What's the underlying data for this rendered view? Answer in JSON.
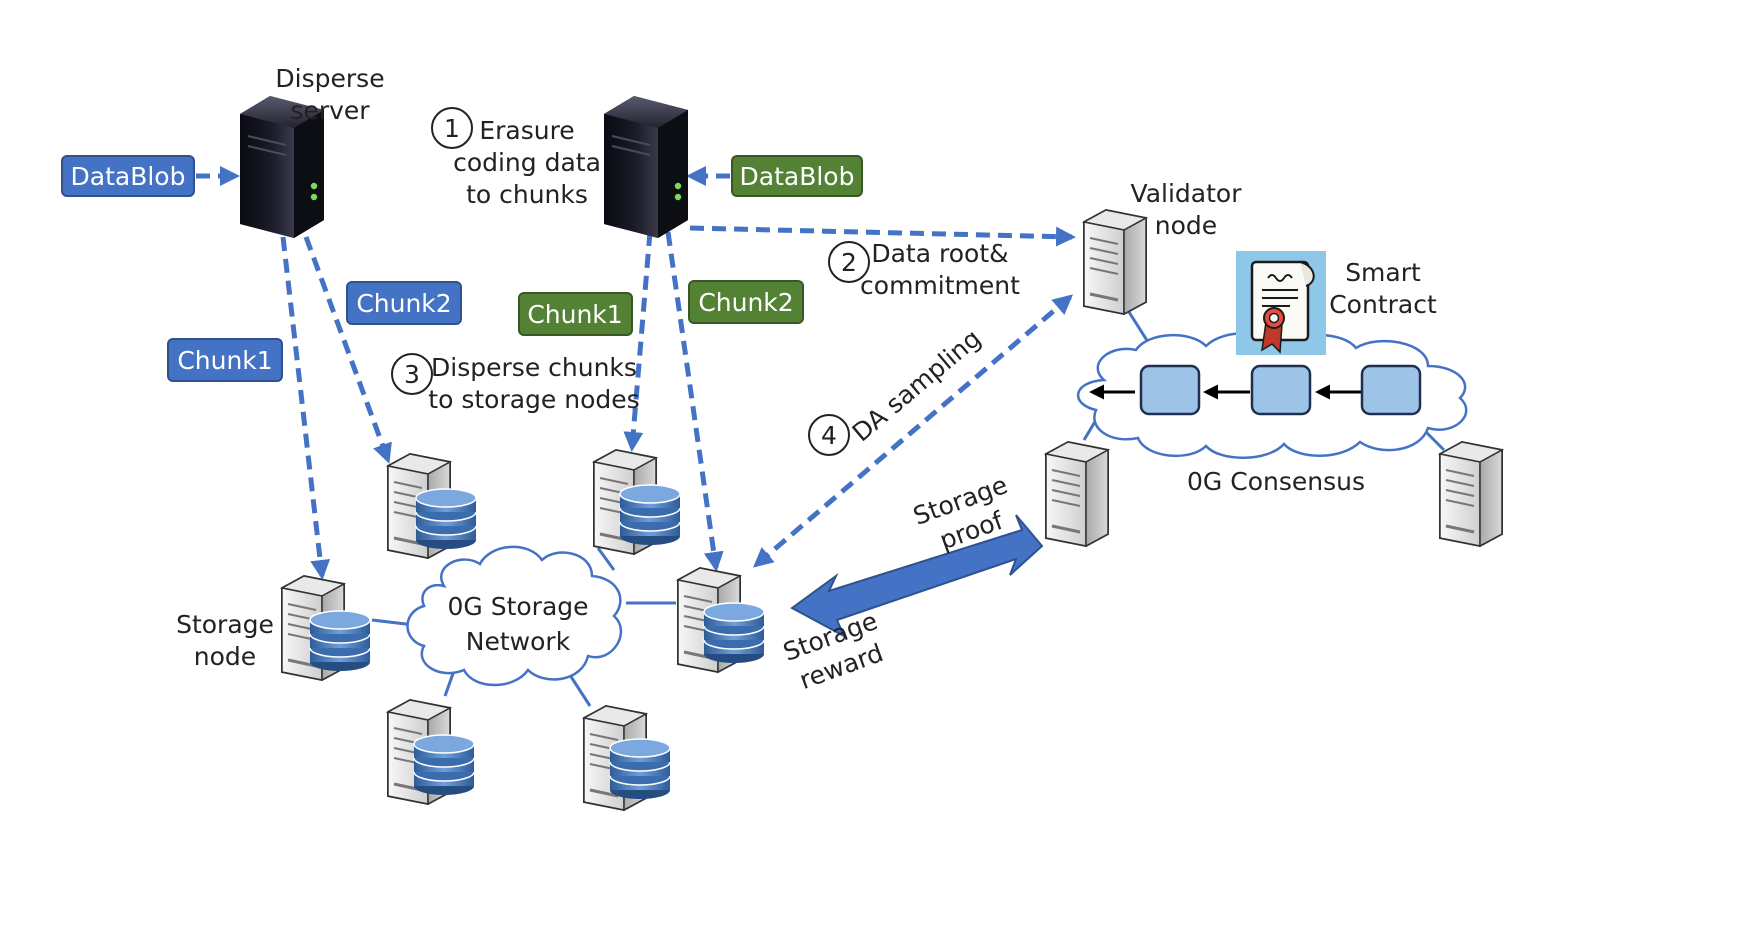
{
  "colors": {
    "blue": "#4472c4",
    "blue_dark": "#2f528f",
    "green": "#548235",
    "green_dark": "#385723",
    "block": "#9dc3e6",
    "contract_bg": "#8fc7e8"
  },
  "labels": {
    "disperse_server": [
      "Disperse",
      "server"
    ],
    "erasure": [
      "Erasure",
      "coding data",
      "to chunks"
    ],
    "validator": [
      "Validator",
      "node"
    ],
    "data_root": [
      "Data root&",
      "commitment"
    ],
    "smart_contract": [
      "Smart",
      "Contract"
    ],
    "disperse_chunks": [
      "Disperse chunks",
      "to storage nodes"
    ],
    "da_sampling": "DA sampling",
    "consensus": "0G Consensus",
    "storage_proof": [
      "Storage",
      "proof"
    ],
    "storage_reward": [
      "Storage",
      "reward"
    ],
    "storage_node": [
      "Storage",
      "node"
    ],
    "storage_network": [
      "0G Storage",
      "Network"
    ]
  },
  "tags": {
    "datablob_left": "DataBlob",
    "datablob_right": "DataBlob",
    "chunk2_blue": "Chunk2",
    "chunk1_blue": "Chunk1",
    "chunk1_green": "Chunk1",
    "chunk2_green": "Chunk2"
  },
  "steps": {
    "s1": "1",
    "s2": "2",
    "s3": "3",
    "s4": "4"
  }
}
